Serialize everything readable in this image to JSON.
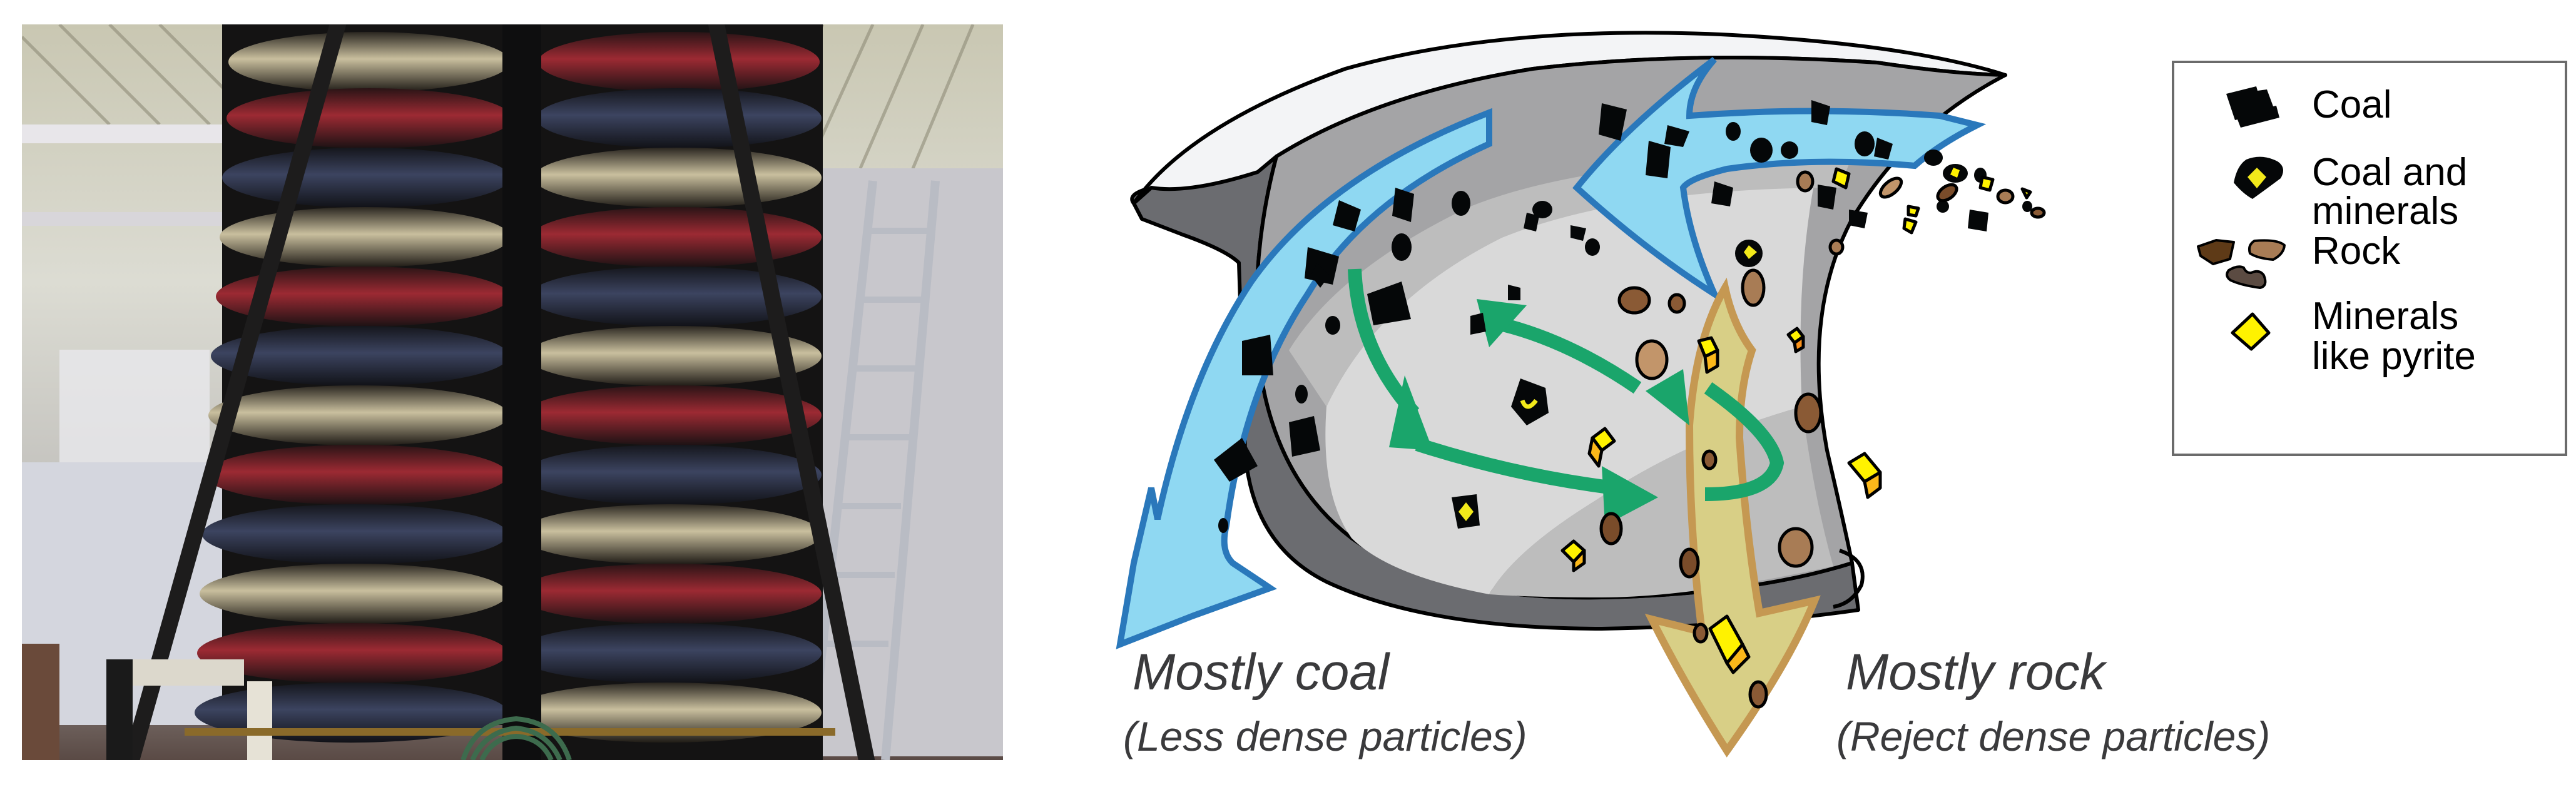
{
  "figure": {
    "photo": {
      "description": "Photograph of spiral concentrators (stacked red, blue and cream spiral troughs) in a coal processing plant"
    },
    "diagram": {
      "outputs": {
        "left": {
          "title": "Mostly coal",
          "subtitle": "(Less dense particles)"
        },
        "right": {
          "title": "Mostly rock",
          "subtitle": "(Reject dense particles)"
        }
      },
      "flow_colors": {
        "light_stream": "#8fd8f2",
        "light_stream_outline": "#2a78bb",
        "dense_stream": "#d8cf86",
        "dense_stream_outline": "#c59852",
        "secondary_flow": "#1aa56b",
        "trough_inner": "#bdbdbd",
        "trough_outer": "#6b6c70",
        "trough_rim": "#f3f4f6"
      }
    },
    "legend": {
      "items": [
        {
          "icon": "coal-icon",
          "label_lines": [
            "Coal"
          ],
          "color": "#050708"
        },
        {
          "icon": "coal-and-minerals-icon",
          "label_lines": [
            "Coal and",
            "minerals"
          ],
          "color": "#050708",
          "accent": "#f2e91a"
        },
        {
          "icon": "rock-icon",
          "label_lines": [
            "Rock"
          ],
          "colors": [
            "#5e3a17",
            "#a87c55",
            "#5b4b42"
          ]
        },
        {
          "icon": "pyrite-icon",
          "label_lines": [
            "Minerals",
            "like pyrite"
          ],
          "color": "#fff200"
        }
      ]
    }
  }
}
